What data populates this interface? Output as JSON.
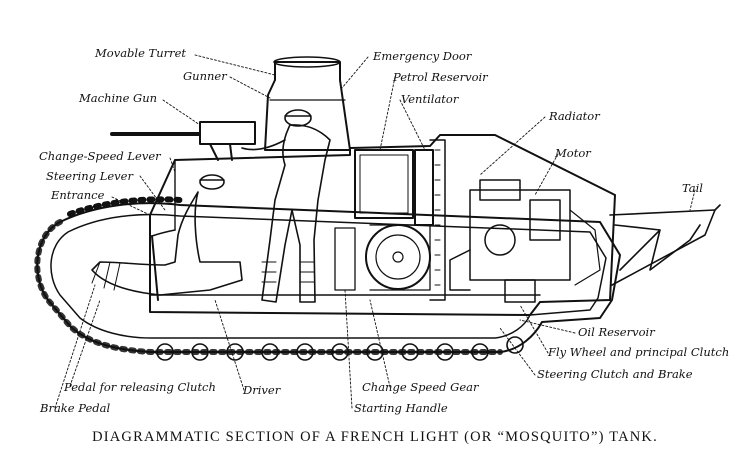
{
  "caption": "DIAGRAMMATIC SECTION OF A FRENCH LIGHT (OR “MOSQUITO”) TANK.",
  "labels": {
    "movable_turret": "Movable Turret",
    "gunner": "Gunner",
    "machine_gun": "Machine Gun",
    "change_speed_lever": "Change-Speed Lever",
    "steering_lever": "Steering Lever",
    "entrance": "Entrance",
    "emergency_door": "Emergency Door",
    "petrol_reservoir": "Petrol Reservoir",
    "ventilator": "Ventilator",
    "radiator": "Radiator",
    "motor": "Motor",
    "tail": "Tail",
    "oil_reservoir": "Oil Reservoir",
    "fly_wheel": "Fly Wheel and principal Clutch",
    "steering_clutch": "Steering Clutch and Brake",
    "change_speed_gear": "Change Speed Gear",
    "starting_handle": "Starting Handle",
    "driver": "Driver",
    "pedal_clutch": "Pedal for releasing Clutch",
    "brake_pedal": "Brake Pedal"
  }
}
